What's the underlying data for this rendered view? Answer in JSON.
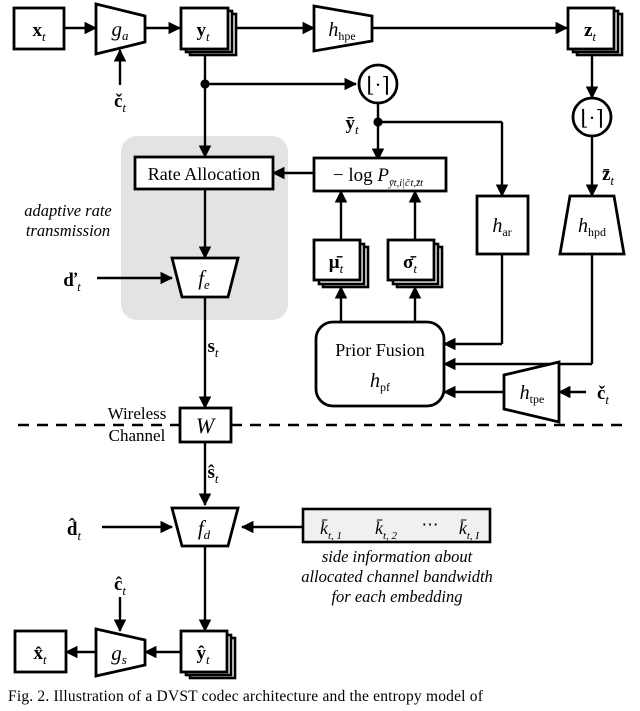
{
  "figure": {
    "caption": "Fig. 2.   Illustration of a DVST codec architecture and the entropy model of",
    "shaded_region_label_line1": "adaptive rate",
    "shaded_region_label_line2": "transmission",
    "channel_label_line1": "Wireless",
    "channel_label_line2": "Channel",
    "side_info_line1": "side information about",
    "side_info_line2": "allocated channel bandwidth",
    "side_info_line3": "for each embedding"
  },
  "colors": {
    "stroke": "#000000",
    "background": "#ffffff",
    "shaded_region": "#e3e3e3",
    "side_info_fill": "#f0f0f0"
  },
  "nodes": {
    "x_input": {
      "label": "x",
      "sub": "t",
      "accent": "none",
      "shape": "rect"
    },
    "g_a": {
      "label": "g",
      "sub": "a",
      "shape": "trapezoid-right"
    },
    "c_check_enc": {
      "label": "c",
      "sub": "t",
      "accent": "caron"
    },
    "y_latent": {
      "label": "y",
      "sub": "t",
      "shape": "stack"
    },
    "h_hpe": {
      "label": "h",
      "sub": "hpe",
      "shape": "trapezoid-right"
    },
    "z_latent": {
      "label": "z",
      "sub": "t",
      "shape": "stack"
    },
    "round_y": {
      "label": "⌊·⌉",
      "shape": "circle"
    },
    "round_z": {
      "label": "⌊·⌉",
      "shape": "circle"
    },
    "y_bar": {
      "label": "y",
      "sub": "t",
      "accent": "bar"
    },
    "z_bar": {
      "label": "z",
      "sub": "t",
      "accent": "bar"
    },
    "rate_allocation": {
      "label": "Rate Allocation",
      "shape": "rect"
    },
    "neg_log_p": {
      "label": "− log P",
      "sub": "ȳt,i | čt, z̄t",
      "shape": "rect"
    },
    "h_ar": {
      "label": "h",
      "sub": "ar",
      "shape": "rect"
    },
    "h_hpd": {
      "label": "h",
      "sub": "hpd",
      "shape": "trapezoid-down"
    },
    "mu_bar": {
      "label": "μ",
      "sub": "t",
      "accent": "bar",
      "shape": "stack"
    },
    "sigma_bar": {
      "label": "σ",
      "sub": "t",
      "accent": "bar",
      "shape": "stack"
    },
    "prior_fusion": {
      "label": "Prior Fusion",
      "sublabel": "h",
      "sublabel_sub": "pf",
      "shape": "round-rect"
    },
    "h_tpe": {
      "label": "h",
      "sub": "tpe",
      "shape": "trapezoid-left"
    },
    "c_check_tpe": {
      "label": "c",
      "sub": "t",
      "accent": "caron"
    },
    "d_check": {
      "label": "d",
      "sub": "t",
      "accent": "caron"
    },
    "f_e": {
      "label": "f",
      "sub": "e",
      "shape": "trapezoid-down"
    },
    "s_t": {
      "label": "s",
      "sub": "t"
    },
    "W": {
      "label": "W",
      "shape": "rect"
    },
    "s_hat": {
      "label": "s",
      "sub": "t",
      "accent": "hat"
    },
    "d_hat": {
      "label": "d",
      "sub": "t",
      "accent": "hat"
    },
    "f_d": {
      "label": "f",
      "sub": "d",
      "shape": "trapezoid-down"
    },
    "side_info_box": {
      "items": [
        "k",
        "k",
        "⋯",
        "k"
      ],
      "subs": [
        "t, 1",
        "t, 2",
        "",
        "t, I"
      ],
      "shape": "rect"
    },
    "c_hat": {
      "label": "c",
      "sub": "t",
      "accent": "hat"
    },
    "g_s": {
      "label": "g",
      "sub": "s",
      "shape": "trapezoid-right"
    },
    "y_hat": {
      "label": "y",
      "sub": "t",
      "accent": "hat",
      "shape": "stack"
    },
    "x_hat": {
      "label": "x",
      "sub": "t",
      "accent": "hat",
      "shape": "rect"
    }
  },
  "flow_labels": {
    "k_1": "k",
    "k_1_sub": "t, 1",
    "k_2": "k",
    "k_2_sub": "t, 2",
    "k_dots": "⋯",
    "k_I": "k",
    "k_I_sub": "t, I"
  }
}
